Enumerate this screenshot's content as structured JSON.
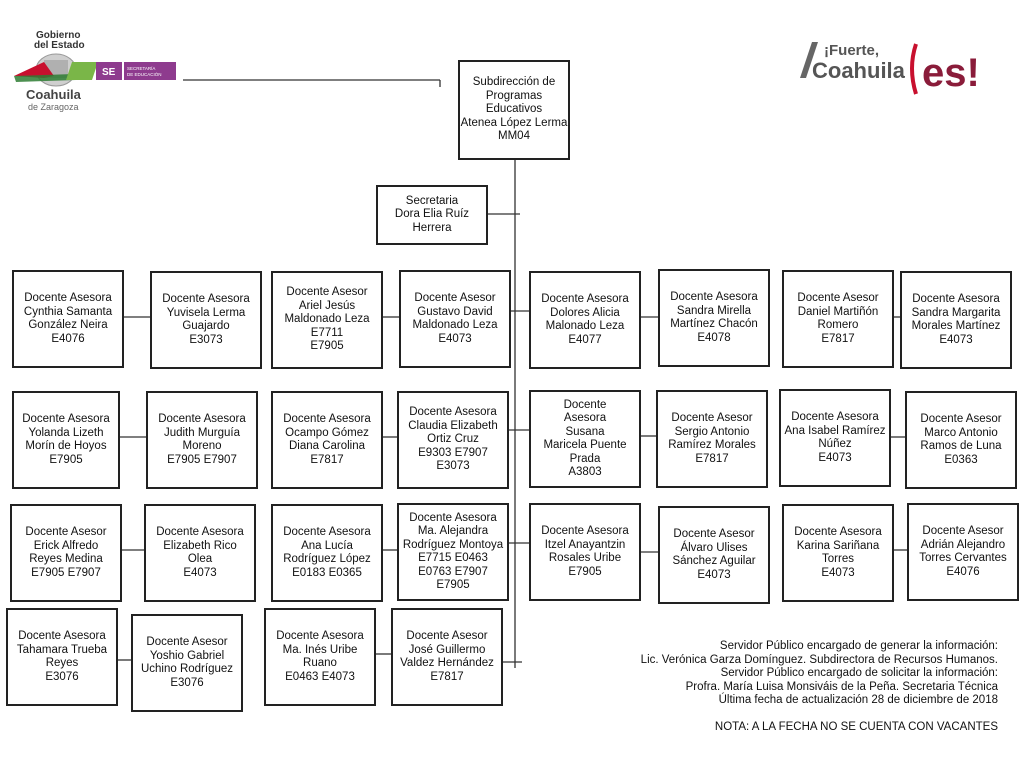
{
  "logos": {
    "left": {
      "line1": "Gobierno",
      "line2": "del Estado",
      "badge": "SE",
      "badge_sub1": "SECRETARÍA",
      "badge_sub2": "DE EDUCACIÓN",
      "state": "Coahuila",
      "state_sub": "de Zaragoza"
    },
    "right": {
      "top": "¡Fuerte,",
      "main": "Coahuila",
      "es": "es!"
    }
  },
  "chart": {
    "top": [
      "Subdirección de",
      "Programas",
      "Educativos",
      "Atenea López Lerma",
      "MM04"
    ],
    "secretary": [
      "Secretaria",
      "Dora Elia Ruíz",
      "Herrera"
    ],
    "rows": [
      [
        [
          "Docente Asesora",
          "Cynthia Samanta",
          "González Neira",
          "E4076"
        ],
        [
          "Docente Asesora",
          "Yuvisela Lerma",
          "Guajardo",
          "E3073"
        ],
        [
          "Docente Asesor",
          "Ariel Jesús",
          "Maldonado Leza",
          "E7711",
          "E7905"
        ],
        [
          "Docente Asesor",
          "Gustavo David",
          "Maldonado Leza",
          "E4073"
        ],
        [
          "Docente Asesora",
          "Dolores Alicia",
          "Malonado Leza",
          "E4077"
        ],
        [
          "Docente Asesora",
          "Sandra Mirella",
          "Martínez Chacón",
          "E4078"
        ],
        [
          "Docente Asesor",
          "Daniel Martiñón",
          "Romero",
          "E7817"
        ],
        [
          "Docente Asesora",
          "Sandra Margarita",
          "Morales Martínez",
          "E4073"
        ]
      ],
      [
        [
          "Docente  Asesora",
          "Yolanda Lizeth",
          "Morín de Hoyos",
          "E7905"
        ],
        [
          "Docente Asesora",
          "Judith Murguía",
          "Moreno",
          "E7905  E7907"
        ],
        [
          "Docente Asesora",
          "Ocampo Gómez",
          "Diana Carolina",
          "E7817"
        ],
        [
          "Docente Asesora",
          "Claudia Elizabeth",
          "Ortiz Cruz",
          "E9303 E7907",
          "E3073"
        ],
        [
          "Docente",
          "Asesora",
          "Susana",
          "Maricela Puente",
          "Prada",
          "A3803"
        ],
        [
          "Docente Asesor",
          "Sergio Antonio",
          "Ramírez Morales",
          "E7817"
        ],
        [
          "Docente Asesora",
          "Ana Isabel Ramírez",
          "Núñez",
          "E4073"
        ],
        [
          "Docente Asesor",
          "Marco Antonio",
          "Ramos de Luna",
          "E0363"
        ]
      ],
      [
        [
          "Docente Asesor",
          "Erick Alfredo",
          "Reyes Medina",
          "E7905   E7907"
        ],
        [
          "Docente Asesora",
          "Elizabeth Rico",
          "Olea",
          "E4073"
        ],
        [
          "Docente Asesora",
          "Ana Lucía",
          "Rodríguez López",
          "E0183   E0365"
        ],
        [
          "Docente Asesora",
          "Ma. Alejandra",
          "Rodríguez Montoya",
          "E7715  E0463",
          "E0763  E7907",
          "E7905"
        ],
        [
          "Docente Asesora",
          "Itzel Anayantzin",
          "Rosales Uribe",
          "E7905"
        ],
        [
          "Docente Asesor",
          "Álvaro Ulises",
          "Sánchez Aguilar",
          "E4073"
        ],
        [
          "Docente Asesora",
          "Karina Sariñana",
          "Torres",
          "E4073"
        ],
        [
          "Docente Asesor",
          "Adrián Alejandro",
          "Torres Cervantes",
          "E4076"
        ]
      ],
      [
        [
          "Docente Asesora",
          "Tahamara Trueba",
          "Reyes",
          "E3076"
        ],
        [
          "Docente Asesor",
          "Yoshio Gabriel",
          "Uchino Rodríguez",
          "E3076"
        ],
        [
          "Docente Asesora",
          "Ma. Inés Uribe",
          "Ruano",
          "E0463 E4073"
        ],
        [
          "Docente Asesor",
          "José Guillermo",
          "Valdez Hernández",
          "E7817"
        ]
      ]
    ]
  },
  "footer": {
    "line1": "Servidor Público encargado de generar la información:",
    "line2": "Lic. Verónica Garza Domínguez. Subdirectora de Recursos Humanos.",
    "line3": "Servidor Público encargado de solicitar la información:",
    "line4": "Profra. María Luisa Monsiváis de la Peña. Secretaria Técnica",
    "line5": "Última fecha de actualización 28 de diciembre de 2018",
    "nota": "NOTA: A LA FECHA NO SE CUENTA CON VACANTES"
  }
}
